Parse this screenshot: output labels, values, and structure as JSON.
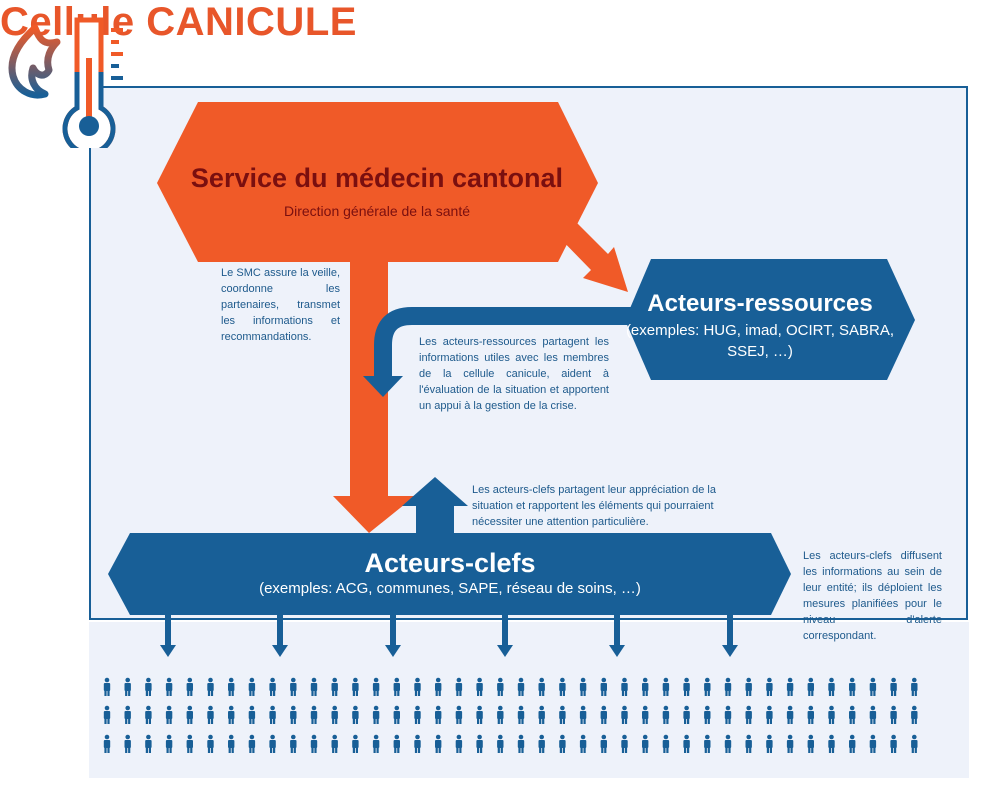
{
  "header": {
    "title": "Cellule CANICULE",
    "logo_icon": "heat-thermometer-icon"
  },
  "colors": {
    "orange": "#f05a28",
    "blue": "#185f97",
    "panel": "#eef2fa",
    "dark_red": "#7a0f0f"
  },
  "smc": {
    "title": "Service du médecin cantonal",
    "subtitle": "Direction générale de la santé",
    "description": "Le SMC assure la veille, coordonne les partenaires, transmet les informations et recommandations."
  },
  "ressources": {
    "title": "Acteurs-ressources",
    "subtitle": "(exemples: HUG, imad, OCIRT, SABRA, SSEJ, …)",
    "description": "Les acteurs-ressources partagent les informations utiles avec les membres de la cellule canicule, aident à l'évaluation de la situation et apportent un appui à la gestion de la crise."
  },
  "clefs": {
    "title": "Acteurs-clefs",
    "subtitle": "(exemples: ACG, communes, SAPE, réseau de soins, …)",
    "up_description": "Les acteurs-clefs partagent leur appréciation de la situation et rapportent les éléments qui pourraient nécessiter une attention particulière.",
    "diffuse_description": "Les acteurs-clefs diffusent les informations au sein de leur entité; ils déploient les mesures planifiées pour le niveau d'alerte correspondant."
  },
  "population": {
    "icon": "person-icon",
    "rows": 3,
    "per_row": 40
  }
}
